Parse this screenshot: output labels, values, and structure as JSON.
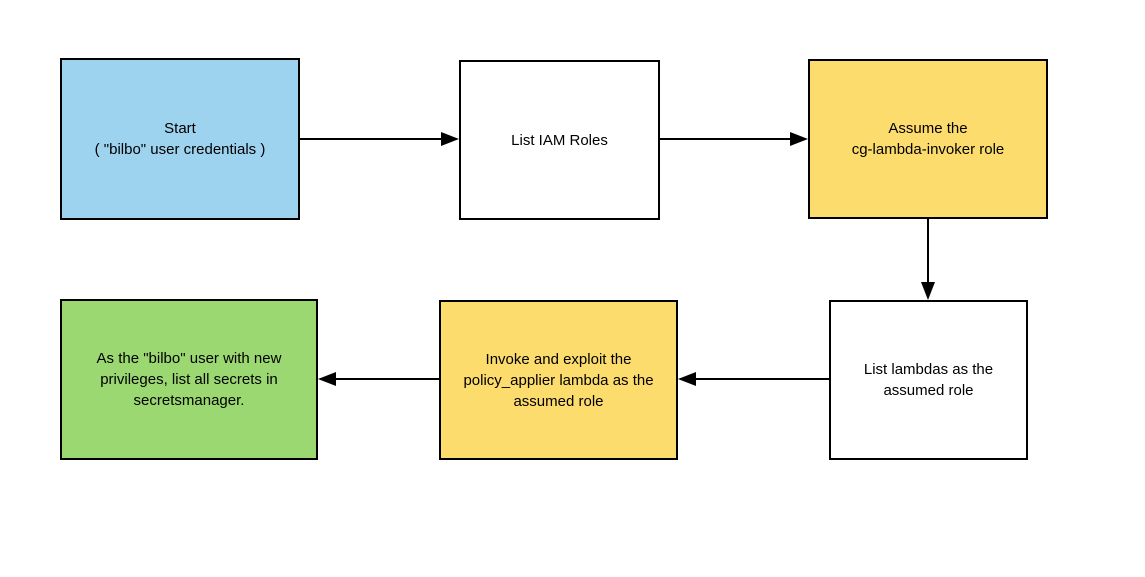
{
  "diagram": {
    "type": "flowchart",
    "colors": {
      "background": "#FFFFFF",
      "border": "#000000",
      "arrow": "#000000",
      "node_blue": "#9ED3F0",
      "node_white": "#FFFFFF",
      "node_yellow": "#FDDC6E",
      "node_green": "#9BD872"
    },
    "nodes": [
      {
        "id": "start",
        "label": "Start\n( \"bilbo\" user credentials )",
        "fill": "#9ED3F0"
      },
      {
        "id": "list_iam_roles",
        "label": "List IAM Roles",
        "fill": "#FFFFFF"
      },
      {
        "id": "assume_role",
        "label": "Assume the\ncg-lambda-invoker role",
        "fill": "#FDDC6E"
      },
      {
        "id": "list_lambdas",
        "label": "List lambdas as the\nassumed role",
        "fill": "#FFFFFF"
      },
      {
        "id": "invoke_exploit",
        "label": "Invoke and exploit the\npolicy_applier lambda as the\nassumed role",
        "fill": "#FDDC6E"
      },
      {
        "id": "list_secrets",
        "label": "As the \"bilbo\" user with new\nprivileges, list all secrets in\nsecretsmanager.",
        "fill": "#9BD872"
      }
    ],
    "edges": [
      {
        "from": "start",
        "to": "list_iam_roles",
        "direction": "right"
      },
      {
        "from": "list_iam_roles",
        "to": "assume_role",
        "direction": "right"
      },
      {
        "from": "assume_role",
        "to": "list_lambdas",
        "direction": "down"
      },
      {
        "from": "list_lambdas",
        "to": "invoke_exploit",
        "direction": "left"
      },
      {
        "from": "invoke_exploit",
        "to": "list_secrets",
        "direction": "left"
      }
    ]
  }
}
